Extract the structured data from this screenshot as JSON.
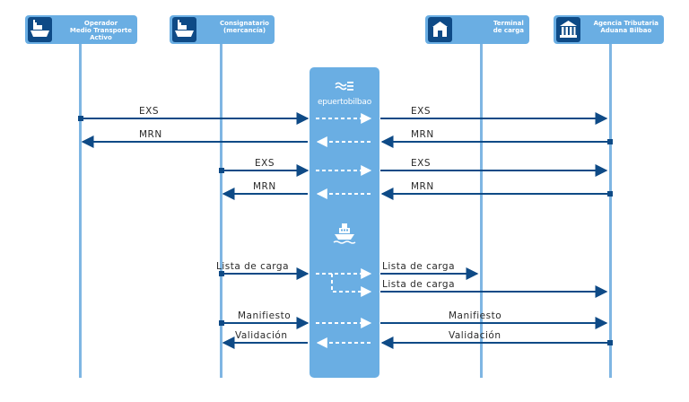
{
  "actors": [
    {
      "id": "operador",
      "label": "Operador\nMedio Transporte\nActivo",
      "icon": "ship-cargo-icon"
    },
    {
      "id": "consignatario",
      "label": "Consignatario\n(mercancía)",
      "icon": "ship-cargo-icon"
    },
    {
      "id": "terminal",
      "label": "Terminal\nde carga",
      "icon": "building-icon"
    },
    {
      "id": "agencia",
      "label": "Agencia Tributaria\nAduana Bilbao",
      "icon": "government-building-icon"
    }
  ],
  "hub": {
    "label": "epuertobilbao",
    "icon": "waves-logo-icon",
    "secondary_icon": "ship-icon"
  },
  "messages": [
    {
      "left_label": "EXS",
      "right_label": "EXS"
    },
    {
      "left_label": "MRN",
      "right_label": "MRN"
    },
    {
      "left_label": "EXS",
      "right_label": "EXS"
    },
    {
      "left_label": "MRN",
      "right_label": "MRN"
    },
    {
      "left_label": "Lista de carga",
      "right_label": "Lista de carga",
      "right_label_2": "Lista de carga"
    },
    {
      "left_label": "Manifiesto",
      "right_label": "Manifiesto"
    },
    {
      "left_label": "Validación",
      "right_label": "Validación"
    }
  ],
  "colors": {
    "arrow": "#0e4a86",
    "lifeline": "#7fb6e3",
    "actor_box": "#6aaee3",
    "icon_bg": "#0e4a86",
    "hub": "#6aaee3"
  }
}
